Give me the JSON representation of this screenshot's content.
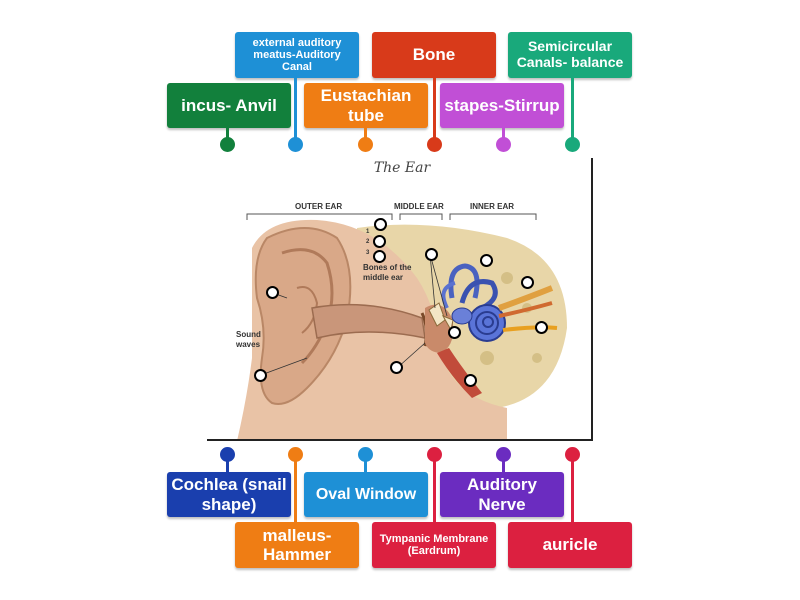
{
  "colors": {
    "green": "#12803c",
    "blue": "#1e90d6",
    "orange": "#ef7d14",
    "red_orange": "#d83a1a",
    "purple": "#c14fd6",
    "teal": "#19a97b",
    "navy": "#1a3fae",
    "violet": "#6b2cc0",
    "crimson": "#dc2040"
  },
  "labels_top": [
    {
      "text": "incus- Anvil"
    },
    {
      "text": "external auditory meatus-Auditory Canal"
    },
    {
      "text": "Eustachian tube"
    },
    {
      "text": "Bone"
    },
    {
      "text": "stapes-Stirrup"
    },
    {
      "text": "Semicircular Canals- balance"
    }
  ],
  "labels_bottom": [
    {
      "text": "Cochlea (snail shape)"
    },
    {
      "text": "malleus-Hammer"
    },
    {
      "text": "Oval Window"
    },
    {
      "text": "Tympanic Membrane (Eardrum)"
    },
    {
      "text": "Auditory Nerve"
    },
    {
      "text": "auricle"
    }
  ],
  "diagram": {
    "title": "The Ear",
    "outer_ear": "OUTER EAR",
    "middle_ear": "MIDDLE EAR",
    "inner_ear": "INNER EAR",
    "bones_label": "Bones of the middle ear",
    "sound_waves": "Sound waves",
    "bone_nums": [
      "1",
      "2",
      "3"
    ]
  }
}
